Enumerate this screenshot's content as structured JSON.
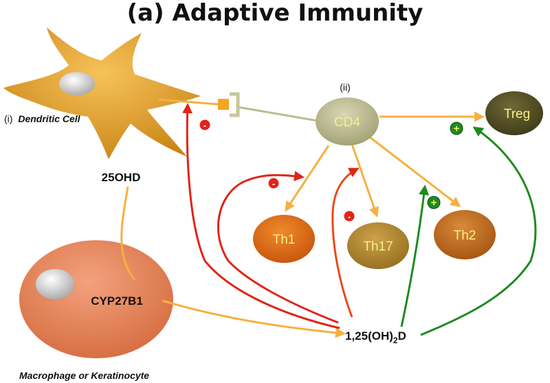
{
  "title": "(a) Adaptive Immunity",
  "labels": {
    "dendritic_prefix": "(i)",
    "dendritic": "Dendritic Cell",
    "cd4_marker": "(ii)",
    "vitd_25": "25OHD",
    "enzyme": "CYP27B1",
    "calcitriol_main": "1,25(OH)",
    "calcitriol_sub": "2",
    "calcitriol_end": "D",
    "macrophage": "Macrophage or Keratinocyte"
  },
  "nodes": {
    "cd4": "CD4",
    "treg": "Treg",
    "th1": "Th1",
    "th17": "Th17",
    "th2": "Th2"
  },
  "signs": {
    "inhibit": "-",
    "promote": "+"
  },
  "colors": {
    "orange_arrow": "#f5b041",
    "red_arrow": "#e02418",
    "green_arrow": "#1f8a1f",
    "dendritic_cell": "#e8a531",
    "macrophage": "#e88a60",
    "cd4": "#bdbb90",
    "treg": "#4f4a22",
    "th1": "#e0650f",
    "th17": "#b58a2e",
    "th2": "#c46a1a"
  }
}
